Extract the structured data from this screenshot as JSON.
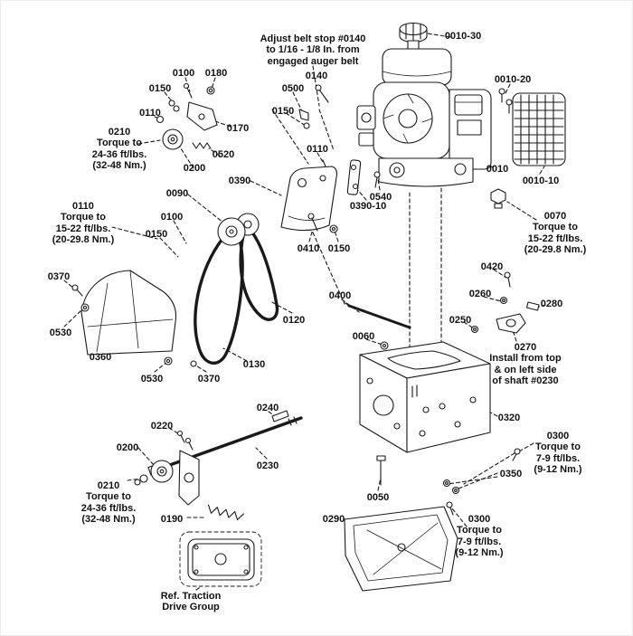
{
  "doc": {
    "type": "exploded-parts-diagram",
    "subject": "Engine, belts and frame assembly"
  },
  "colors": {
    "background": "#ffffff",
    "line": "#1a1a1a"
  },
  "parts": {
    "0010": "0010",
    "0010-10": "0010-10",
    "0010-20": "0010-20",
    "0010-30": "0010-30",
    "0050": "0050",
    "0060": "0060",
    "0090": "0090",
    "0100": "0100",
    "0110": "0110",
    "0120": "0120",
    "0130": "0130",
    "0140": "0140",
    "0150": "0150",
    "0170": "0170",
    "0180": "0180",
    "0190": "0190",
    "0200": "0200",
    "0220": "0220",
    "0230": "0230",
    "0240": "0240",
    "0250": "0250",
    "0260": "0260",
    "0280": "0280",
    "0290": "0290",
    "0320": "0320",
    "0350": "0350",
    "0360": "0360",
    "0370": "0370",
    "0390": "0390",
    "0390-10": "0390-10",
    "0400": "0400",
    "0410": "0410",
    "0420": "0420",
    "0500": "0500",
    "0520": "0520",
    "0530": "0530",
    "0540": "0540"
  },
  "notes": {
    "adjust_belt": "Adjust belt stop #0140\nto 1/16 - 1/8 In. from\nengaged auger belt",
    "torque_0210": "0210\nTorque to\n24-36 ft/lbs.\n(32-48 Nm.)",
    "torque_0110": "0110\nTorque to\n15-22 ft/lbs.\n(20-29.8 Nm.)",
    "torque_0070": "0070\nTorque to\n15-22 ft/lbs.\n(20-29.8 Nm.)",
    "torque_0300": "0300\nTorque to\n7-9 ft/lbs.\n(9-12 Nm.)",
    "install_0270": "0270\nInstall from top\n& on left side\nof shaft #0230",
    "ref_traction": "Ref. Traction\nDrive Group"
  }
}
